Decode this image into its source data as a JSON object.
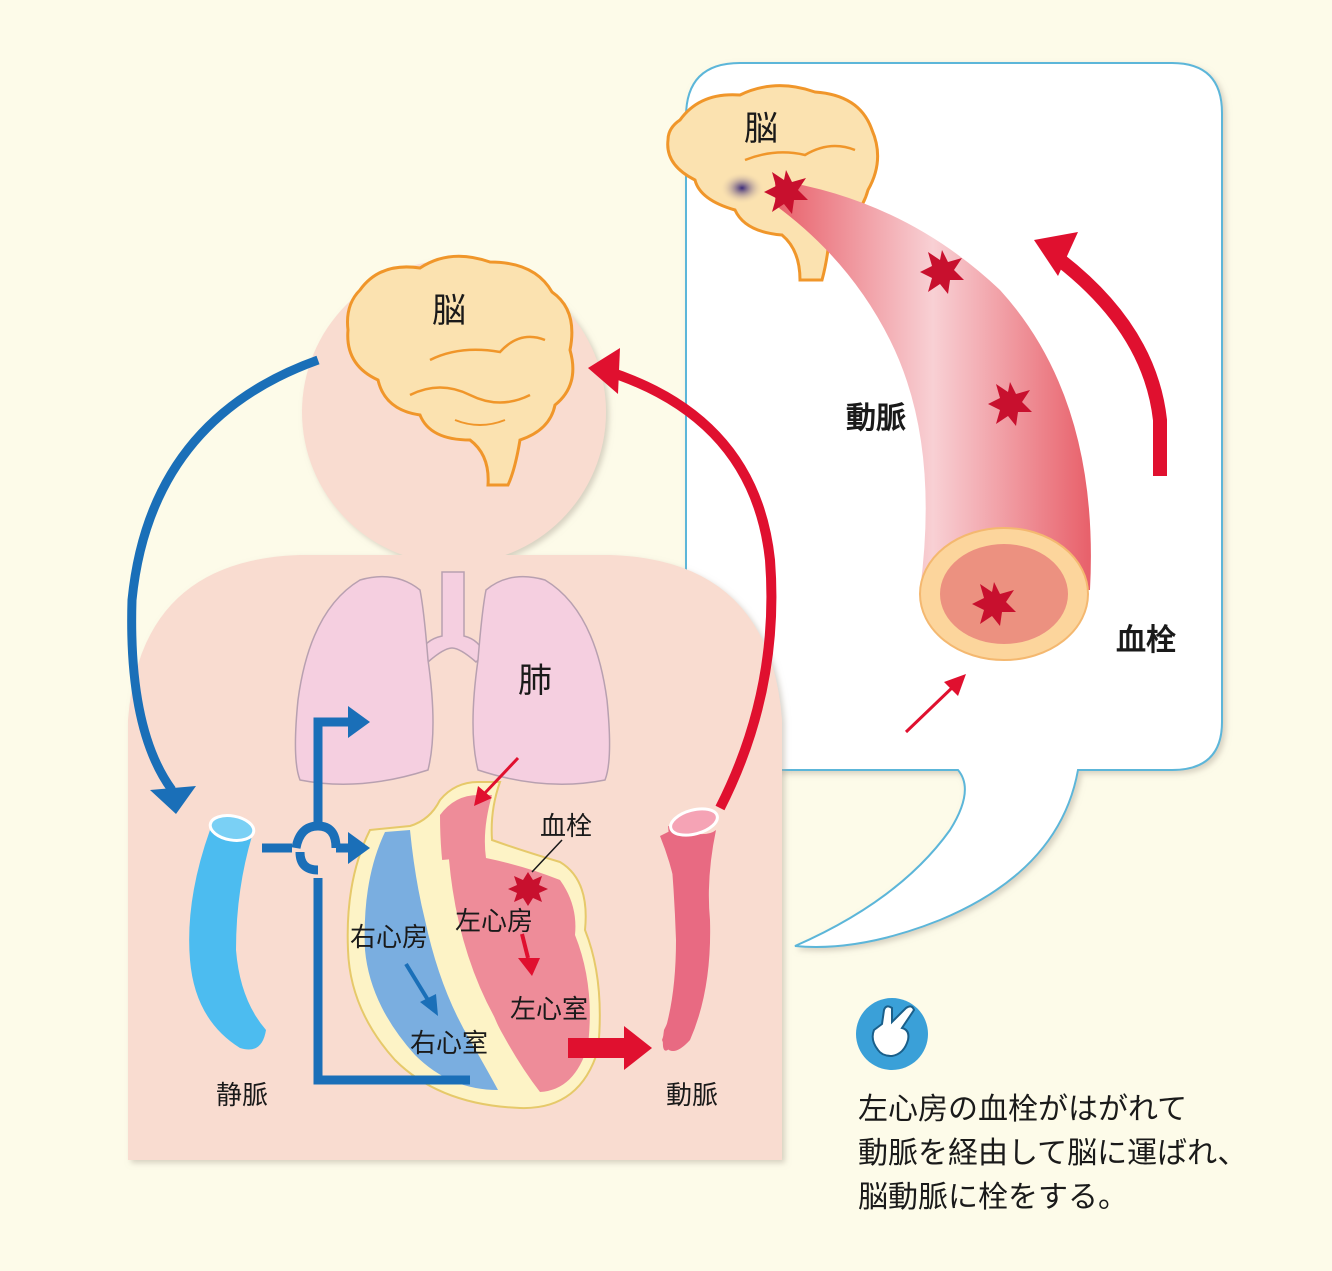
{
  "labels": {
    "brain_main": "脳",
    "brain_zoom": "脳",
    "lung": "肺",
    "embolus_heart": "血栓",
    "right_atrium": "右心房",
    "left_atrium": "左心房",
    "right_ventricle": "右心室",
    "left_ventricle": "左心室",
    "vein": "静脈",
    "artery_body": "動脈",
    "artery_zoom": "動脈",
    "embolus_zoom": "血栓"
  },
  "caption": {
    "line1": "左心房の血栓がはがれて",
    "line2": "動脈を経由して脳に運ばれ、",
    "line3": "脳動脈に栓をする。"
  },
  "colors": {
    "background": "#fdfbe9",
    "body_silhouette": "#f9dcd0",
    "venous_blue": "#1a6fb8",
    "arterial_red": "#e0102f",
    "brain_fill": "#fbe2b0",
    "brain_outline": "#f0962a",
    "lung_fill": "#f5cfe0",
    "embolus": "#c8102e"
  }
}
